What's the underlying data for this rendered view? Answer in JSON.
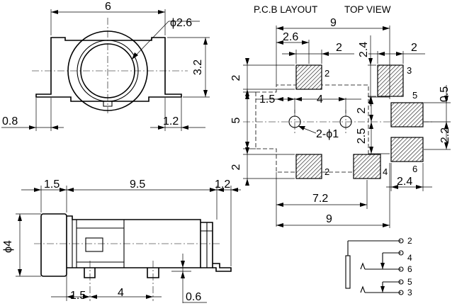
{
  "titles": {
    "pcb_layout": "P.C.B LAYOUT",
    "top_view": "TOP VIEW"
  },
  "front_view": {
    "width": "6",
    "hole_diameter": "ϕ2.6",
    "height": "3.2",
    "left_tab": "0.8",
    "right_tab": "1.2"
  },
  "side_view": {
    "left_segment": "1.5",
    "length": "9.5",
    "right_tab": "1.2",
    "diameter": "ϕ4",
    "pin_offset": "1.5",
    "pin_pitch": "4",
    "tab_thickness": "0.6"
  },
  "pcb": {
    "overall_width_top": "9",
    "pad_offset": "2.6",
    "pad_width_top": "2",
    "pad3_height": "2.4",
    "pad3_width": "2",
    "left_pad_height_top": "2",
    "hole_offset": "1.5",
    "hole_pitch": "4",
    "pad5_gap": "0.5",
    "right_gap": "2",
    "height_5": "5",
    "right_height": "2.5",
    "holes_label": "2-ϕ1",
    "pad6_pitch": "2.2",
    "left_pad_height_bottom": "2",
    "pad6_width": "2.4",
    "pad_span": "7.2",
    "overall_width_bottom": "9",
    "pad_labels": [
      "2",
      "3",
      "5",
      "6",
      "2",
      "4"
    ]
  },
  "schematic": {
    "pins": [
      "2",
      "4",
      "6",
      "5",
      "3"
    ]
  }
}
